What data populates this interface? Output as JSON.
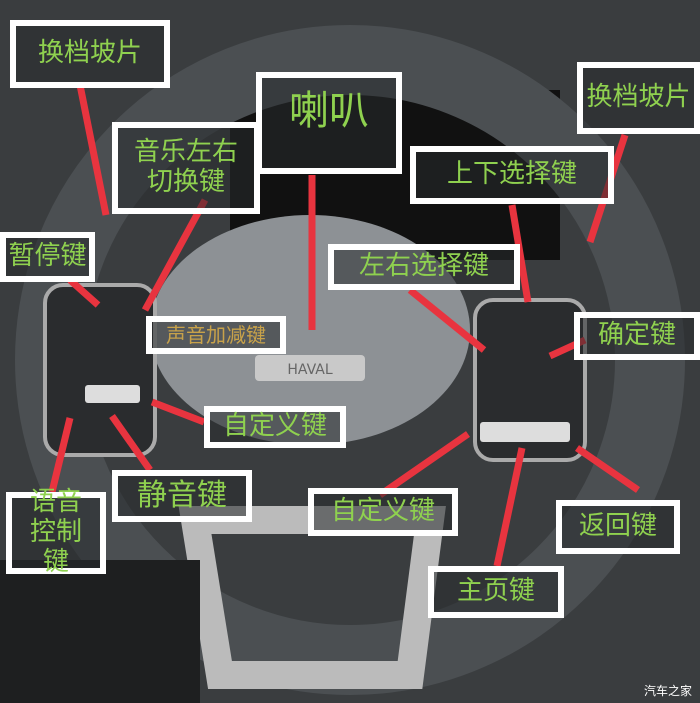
{
  "labels": {
    "paddle_left": "换档坡片",
    "horn": "喇叭",
    "music_switch": "音乐左右切换键",
    "paddle_right": "换档坡片",
    "up_down": "上下选择键",
    "pause": "暂停键",
    "left_right": "左右选择键",
    "volume": "声音加减键",
    "confirm": "确定键",
    "custom_left": "自定义键",
    "mute": "静音键",
    "voice": "语音控制键",
    "custom_right": "自定义键",
    "back": "返回键",
    "home": "主页键"
  },
  "badge": "HAVAL",
  "watermark": "汽车之家",
  "colors": {
    "label_text": "#8fd14f",
    "arrow": "#e8343f",
    "box": "#ffffff"
  }
}
